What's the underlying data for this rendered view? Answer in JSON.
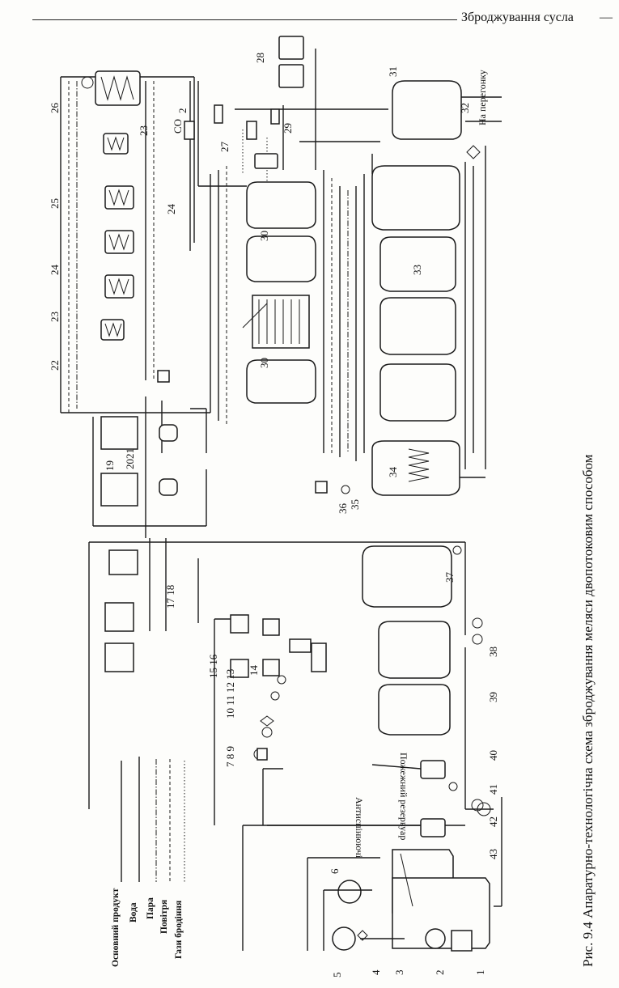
{
  "header": {
    "section_title": "Зброджування сусла",
    "dash": "—"
  },
  "caption": "Рис. 9.4 Апаратурно-технологічна схема зброджування меляси двопотоковим способом",
  "legend": [
    {
      "label": "Основний продукт",
      "style": "solid"
    },
    {
      "label": "Вода",
      "style": "solid"
    },
    {
      "label": "Пара",
      "style": "dashdot"
    },
    {
      "label": "Повітря",
      "style": "dash"
    },
    {
      "label": "Гази бродіння",
      "style": "dot"
    }
  ],
  "flow_labels": {
    "to_distillation": "На перегонку",
    "co2": "CO",
    "co2_sub": "2",
    "antifoam": "Антиспінюючі",
    "fire_tank": "Пожежний резервуар"
  },
  "numbers": {
    "n1": "1",
    "n2": "2",
    "n3": "3",
    "n4": "4",
    "n5": "5",
    "n6": "6",
    "n7_9": "7  8  9",
    "n10_13": "10 11 12 13",
    "n14": "14",
    "n15_16": "15 16",
    "n17_18": "17 18",
    "n19": "19",
    "n20_21": "2021",
    "n22": "22",
    "n23a": "23",
    "n23b": "23",
    "n24a": "24",
    "n24b": "24",
    "n25": "25",
    "n26": "26",
    "n27": "27",
    "n28": "28",
    "n29": "29",
    "n30a": "30",
    "n30b": "30",
    "n31": "31",
    "n32": "32",
    "n33": "33",
    "n34": "34",
    "n35": "35",
    "n36": "36",
    "n37": "37",
    "n38": "38",
    "n39": "39",
    "n40": "40",
    "n41": "41",
    "n42": "42",
    "n43": "43"
  }
}
